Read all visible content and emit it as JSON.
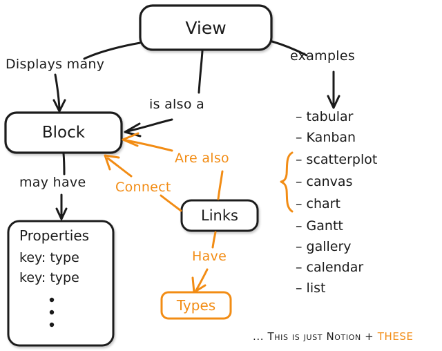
{
  "diagram": {
    "title_node": "View",
    "colors": {
      "ink": "#1a1a1a",
      "accent": "#F28C14",
      "background": "#ffffff"
    },
    "nodes": [
      {
        "id": "view",
        "label": "View",
        "color": "#1a1a1a"
      },
      {
        "id": "block",
        "label": "Block",
        "color": "#1a1a1a"
      },
      {
        "id": "links",
        "label": "Links",
        "color": "#1a1a1a"
      },
      {
        "id": "types",
        "label": "Types",
        "color": "#F28C14"
      }
    ],
    "properties_node": {
      "title": "Properties",
      "rows": [
        "key: type",
        "key: type"
      ],
      "ellipsis": "vertical-dots"
    },
    "edges": [
      {
        "id": "displays-many",
        "label": "Displays many",
        "from": "view",
        "to": "block",
        "color": "#1a1a1a"
      },
      {
        "id": "is-also-a",
        "label": "is also a",
        "from": "view",
        "to": "block",
        "color": "#1a1a1a"
      },
      {
        "id": "examples",
        "label": "examples",
        "from": "view",
        "to": "examples-list",
        "color": "#1a1a1a"
      },
      {
        "id": "may-have",
        "label": "may have",
        "from": "block",
        "to": "properties",
        "color": "#1a1a1a"
      },
      {
        "id": "are-also",
        "label": "Are also",
        "from": "links",
        "to": "block",
        "color": "#F28C14"
      },
      {
        "id": "connect",
        "label": "Connect",
        "from": "links",
        "to": "block",
        "color": "#F28C14"
      },
      {
        "id": "have",
        "label": "Have",
        "from": "links",
        "to": "types",
        "color": "#F28C14"
      }
    ],
    "examples_list": [
      {
        "label": "tabular",
        "braced": false
      },
      {
        "label": "Kanban",
        "braced": false
      },
      {
        "label": "scatterplot",
        "braced": true
      },
      {
        "label": "canvas",
        "braced": true
      },
      {
        "label": "chart",
        "braced": true
      },
      {
        "label": "Gantt",
        "braced": false
      },
      {
        "label": "gallery",
        "braced": false
      },
      {
        "label": "calendar",
        "braced": false
      },
      {
        "label": "list",
        "braced": false
      }
    ],
    "brace": {
      "color": "#F28C14",
      "spans": [
        "scatterplot",
        "canvas",
        "chart"
      ]
    },
    "footer": {
      "prefix": "... This is  just Notion + ",
      "accent": "THESE"
    }
  }
}
